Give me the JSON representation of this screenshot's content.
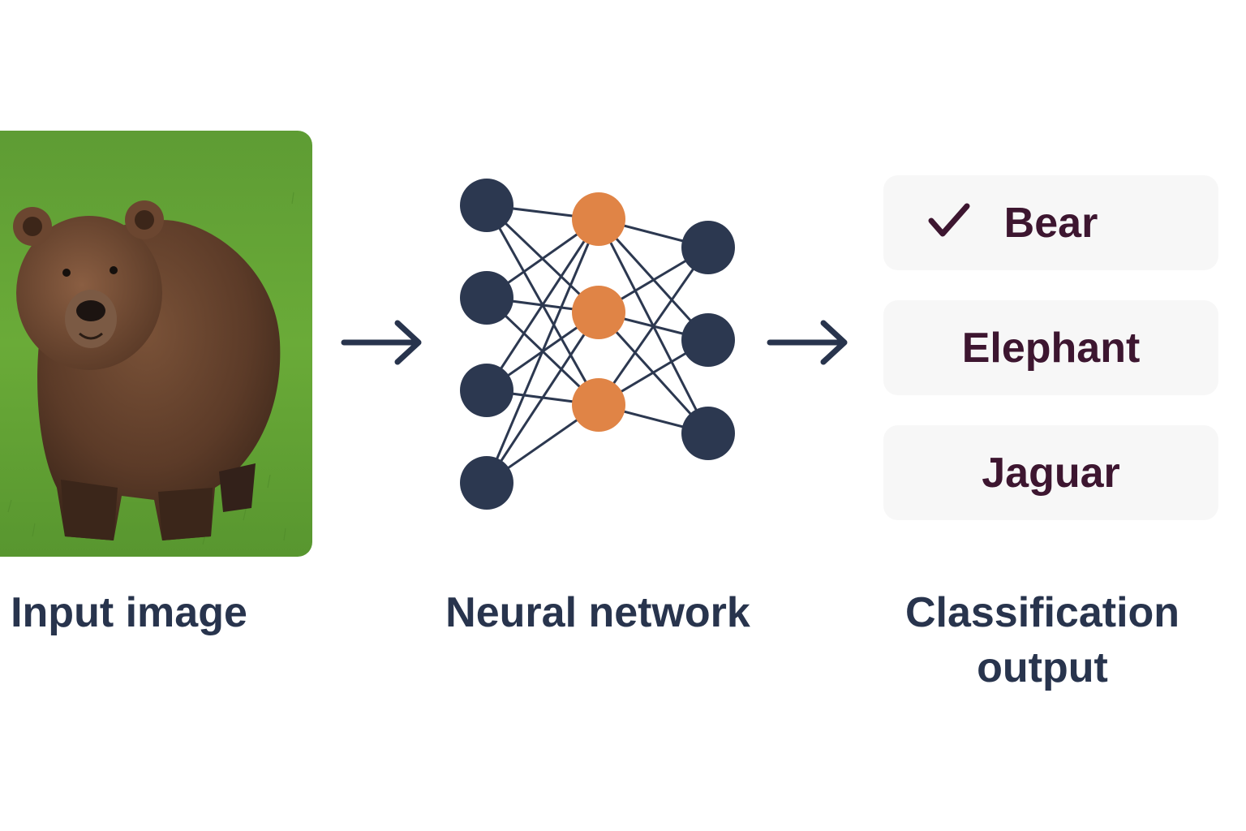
{
  "input": {
    "caption": "Input image",
    "image_subject": "brown bear standing on green grass"
  },
  "network": {
    "caption": "Neural network",
    "layers": [
      4,
      3,
      3
    ],
    "colors": {
      "input_nodes": "#2c3850",
      "hidden_nodes": "#e08446",
      "output_nodes": "#2c3850",
      "edges": "#2c3850"
    }
  },
  "output": {
    "caption_line1": "Classification",
    "caption_line2": "output",
    "classes": [
      {
        "label": "Bear",
        "selected": true
      },
      {
        "label": "Elephant",
        "selected": false
      },
      {
        "label": "Jaguar",
        "selected": false
      }
    ],
    "selected_icon": "checkmark-icon",
    "label_color": "#3d1630",
    "card_color": "#f7f7f7"
  },
  "arrows": {
    "icon": "right-arrow-icon",
    "color": "#28344d"
  },
  "caption_color": "#28344d"
}
